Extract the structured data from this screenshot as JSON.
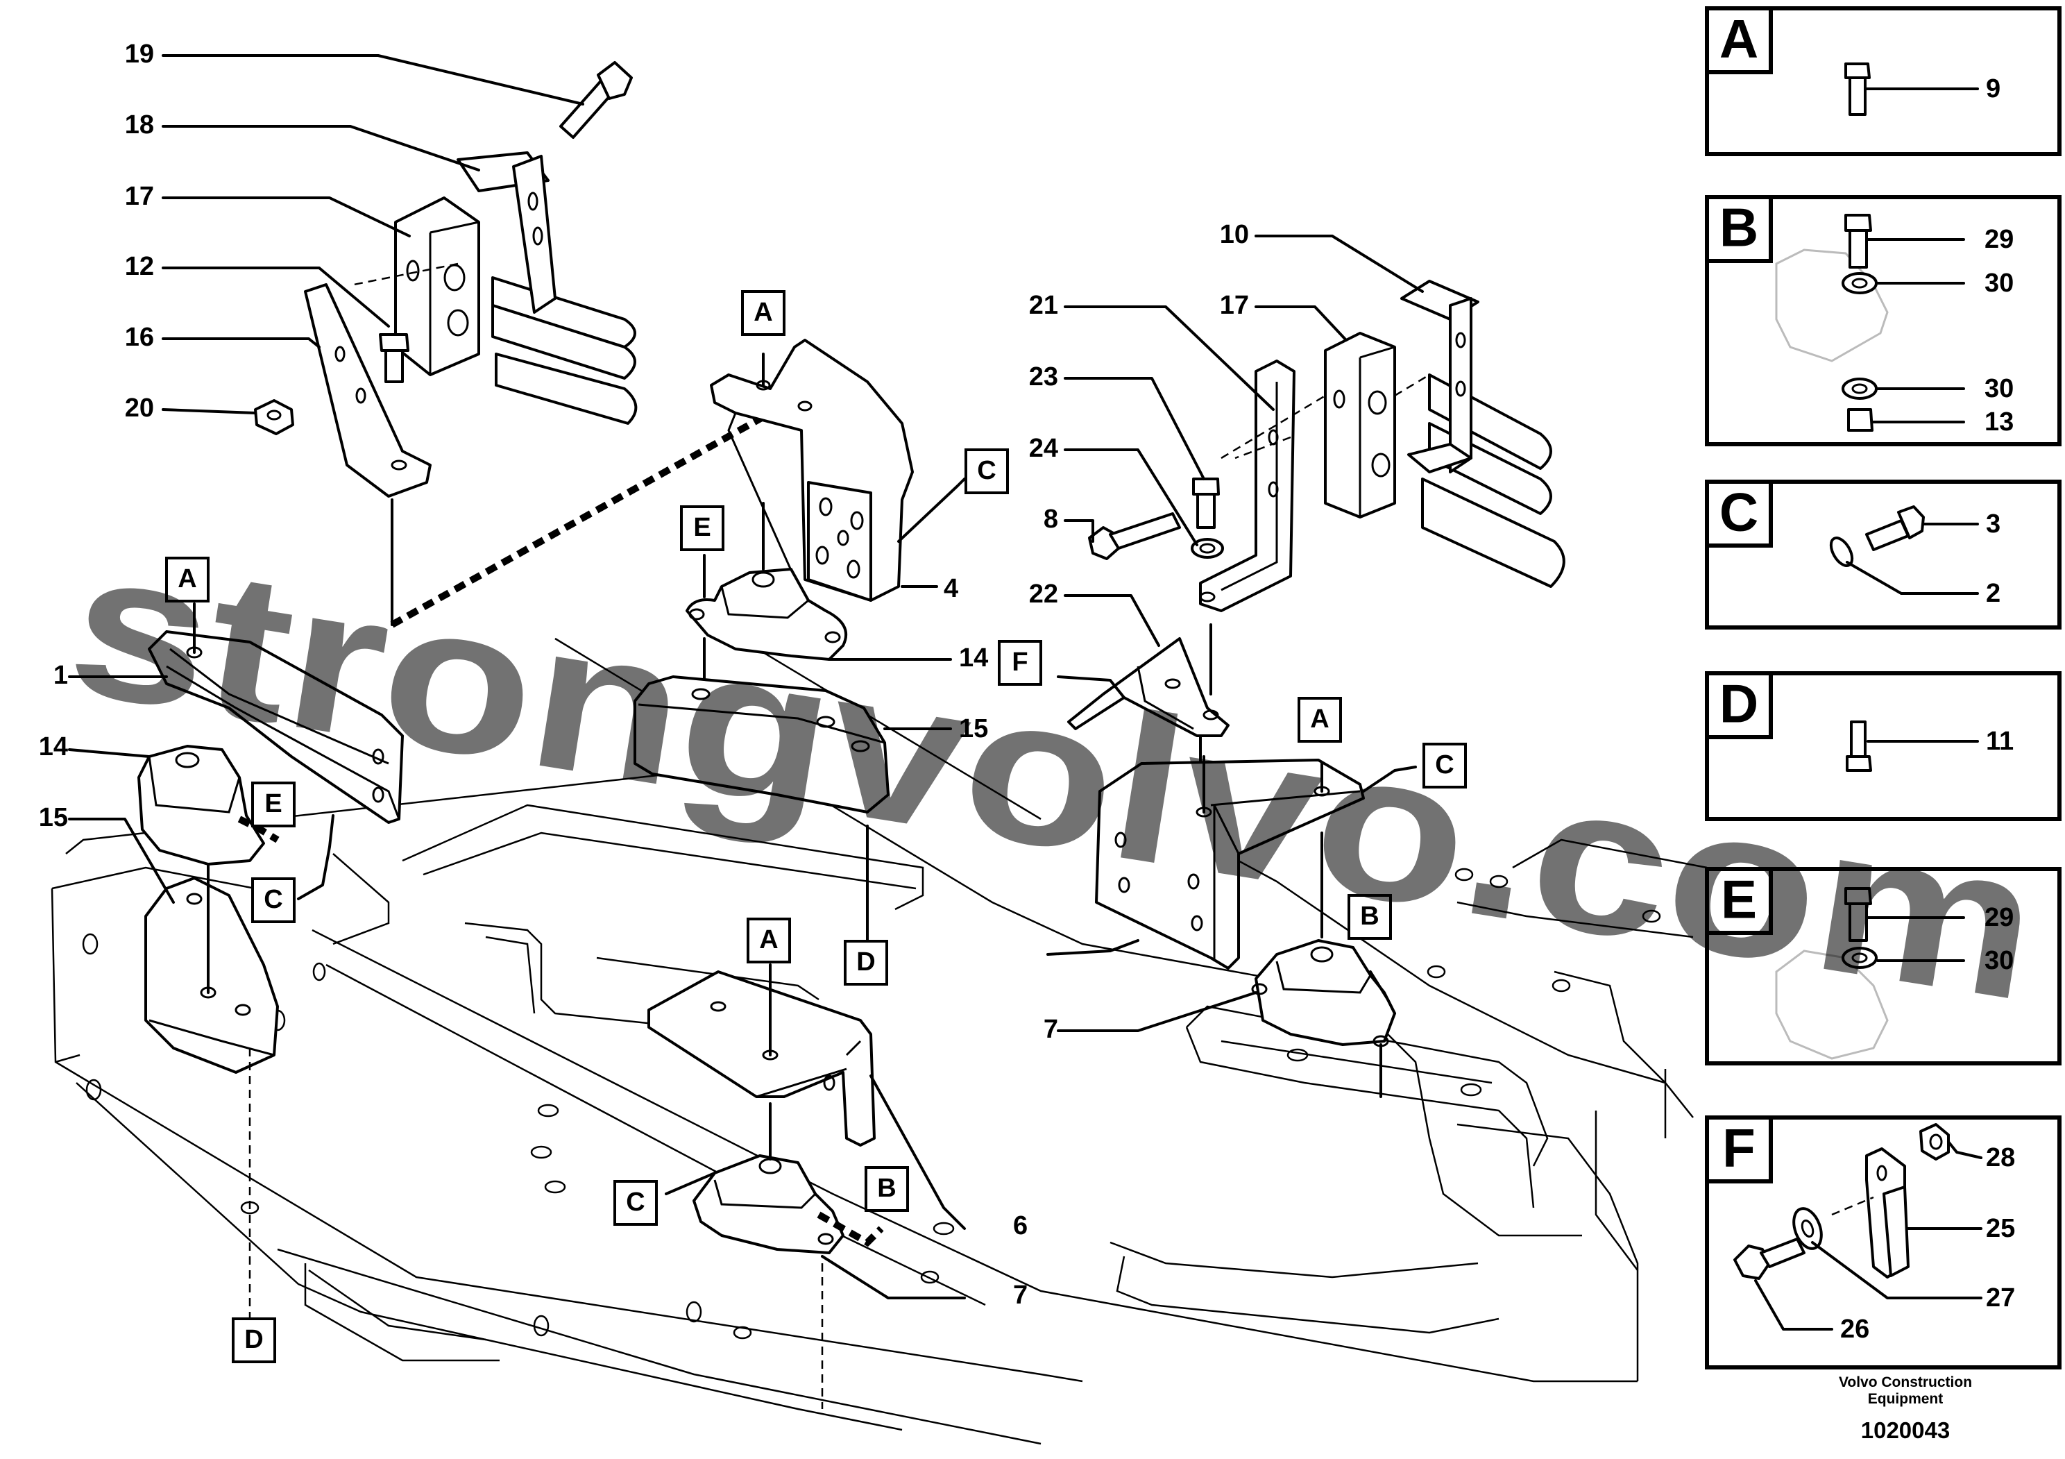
{
  "callouts": [
    {
      "id": "c19",
      "label": "19"
    },
    {
      "id": "c18",
      "label": "18"
    },
    {
      "id": "c17a",
      "label": "17"
    },
    {
      "id": "c12",
      "label": "12"
    },
    {
      "id": "c16",
      "label": "16"
    },
    {
      "id": "c20",
      "label": "20"
    },
    {
      "id": "c1",
      "label": "1"
    },
    {
      "id": "c14a",
      "label": "14"
    },
    {
      "id": "c15a",
      "label": "15"
    },
    {
      "id": "c4",
      "label": "4"
    },
    {
      "id": "c14b",
      "label": "14"
    },
    {
      "id": "c15b",
      "label": "15"
    },
    {
      "id": "c6",
      "label": "6"
    },
    {
      "id": "c7a",
      "label": "7"
    },
    {
      "id": "c10",
      "label": "10"
    },
    {
      "id": "c21",
      "label": "21"
    },
    {
      "id": "c17b",
      "label": "17"
    },
    {
      "id": "c23",
      "label": "23"
    },
    {
      "id": "c24",
      "label": "24"
    },
    {
      "id": "c8",
      "label": "8"
    },
    {
      "id": "c22",
      "label": "22"
    },
    {
      "id": "c7b",
      "label": "7"
    }
  ],
  "ref_tags": [
    {
      "id": "tA1",
      "label": "A"
    },
    {
      "id": "tC1",
      "label": "C"
    },
    {
      "id": "tE1",
      "label": "E"
    },
    {
      "id": "tA2",
      "label": "A"
    },
    {
      "id": "tE2",
      "label": "E"
    },
    {
      "id": "tC2",
      "label": "C"
    },
    {
      "id": "tD1",
      "label": "D"
    },
    {
      "id": "tA3",
      "label": "A"
    },
    {
      "id": "tC3",
      "label": "C"
    },
    {
      "id": "tB1",
      "label": "B"
    },
    {
      "id": "tD2",
      "label": "D"
    },
    {
      "id": "tF1",
      "label": "F"
    },
    {
      "id": "tA4",
      "label": "A"
    },
    {
      "id": "tC4",
      "label": "C"
    },
    {
      "id": "tB2",
      "label": "B"
    }
  ],
  "detail_panels": [
    {
      "letter": "A",
      "parts": [
        "9"
      ]
    },
    {
      "letter": "B",
      "parts": [
        "29",
        "30",
        "30",
        "13"
      ]
    },
    {
      "letter": "C",
      "parts": [
        "3",
        "2"
      ]
    },
    {
      "letter": "D",
      "parts": [
        "11"
      ]
    },
    {
      "letter": "E",
      "parts": [
        "29",
        "30"
      ]
    },
    {
      "letter": "F",
      "parts": [
        "28",
        "25",
        "27",
        "26"
      ]
    }
  ],
  "footer": {
    "company_line1": "Volvo Construction",
    "company_line2": "Equipment",
    "drawing_number": "1020043"
  },
  "watermark": "strongvolvo.com",
  "colors": {
    "ink": "#000000",
    "watermark": "#e8a3a8",
    "background": "#ffffff"
  }
}
